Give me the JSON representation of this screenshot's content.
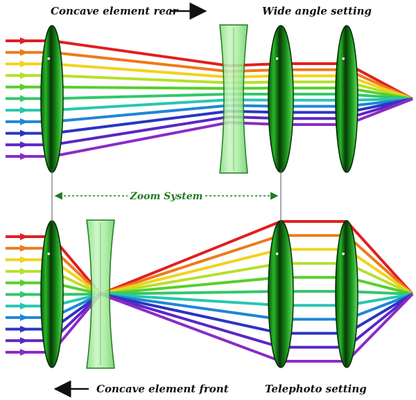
{
  "labels": {
    "top_left": "Concave element rear",
    "top_right": "Wide angle setting",
    "middle": "Zoom System",
    "bottom_left": "Concave element front",
    "bottom_right": "Telephoto setting"
  },
  "colors": {
    "rays": [
      "#e11f1f",
      "#ef7a1a",
      "#f2d21b",
      "#b6e02a",
      "#58cf2c",
      "#33c76b",
      "#27c7b0",
      "#1f86d6",
      "#2a35c2",
      "#5a27c4",
      "#8b2bc6"
    ],
    "lens_dark": "#053d05",
    "lens_mid": "#1a8f1a",
    "lens_light": "#5fe05f",
    "concave_fill": "#b8f0b0",
    "concave_edge": "#1e7a1e",
    "zoom_line": "#1f7a1f"
  },
  "icons": {
    "arrow_right": "arrow-right-icon",
    "arrow_left": "arrow-left-icon"
  }
}
